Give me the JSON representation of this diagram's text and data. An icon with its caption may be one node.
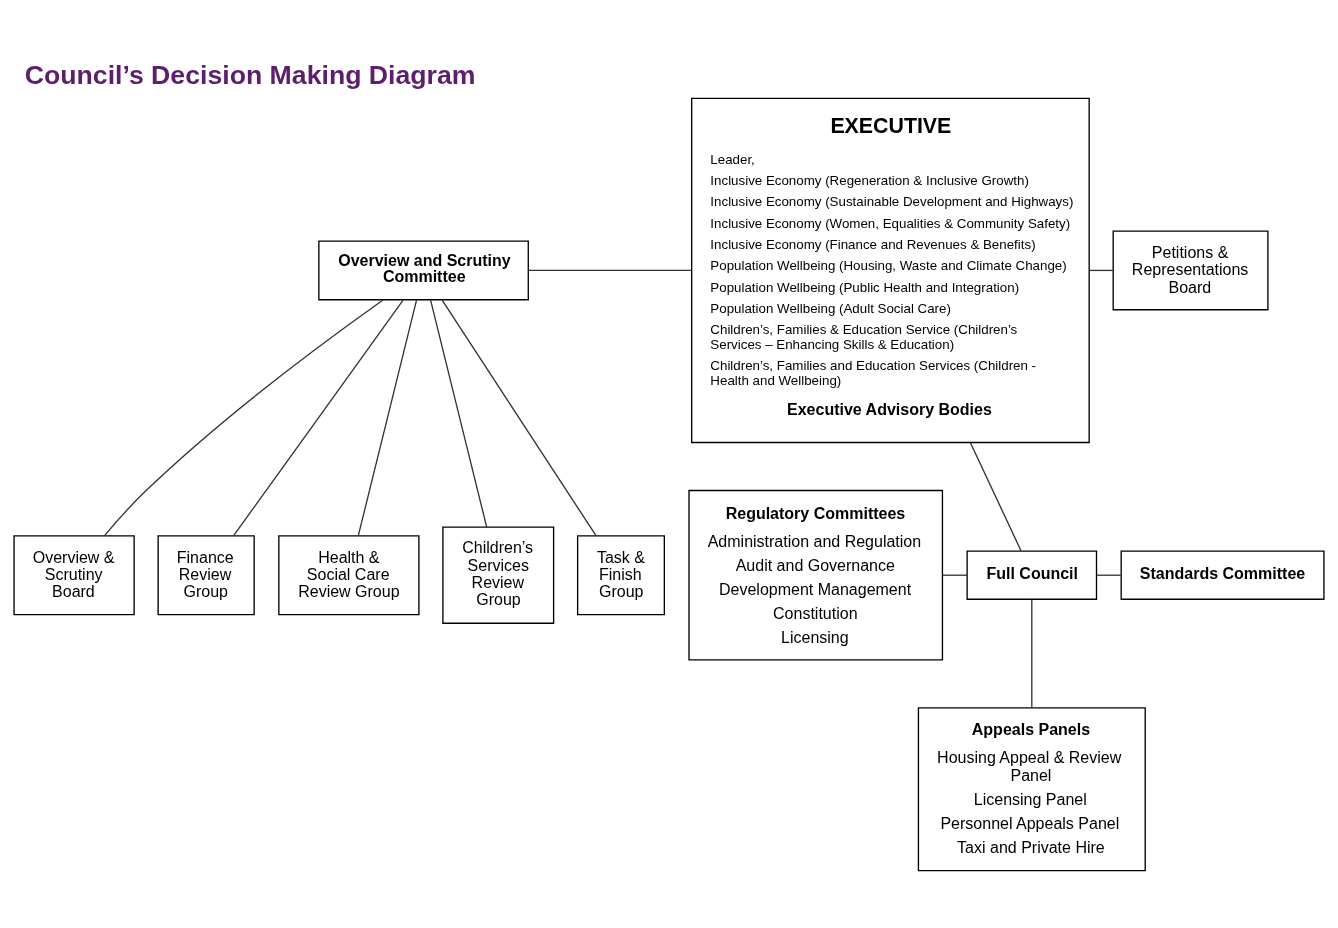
{
  "diagram": {
    "title": "Council’s Decision Making Diagram",
    "nodes": [
      {
        "text": [
          "Overview and Scrutiny Committee"
        ]
      },
      {
        "text": [
          "Overview & Scrutiny Board"
        ]
      },
      {
        "text": [
          "Finance Review Group"
        ]
      },
      {
        "text": [
          "Health & Social Care Review Group"
        ]
      },
      {
        "text": [
          "Children’s Services Review Group"
        ]
      },
      {
        "text": [
          "Task & Finish Group"
        ]
      },
      {
        "text": [
          "EXECUTIVE",
          "Leader,",
          "Inclusive Economy (Regeneration & Inclusive Growth)",
          "Inclusive Economy (Sustainable Development and Highways)",
          "Inclusive Economy (Women, Equalities & Community Safety)",
          "Inclusive Economy (Finance and Revenues & Benefits)",
          "Population Wellbeing (Housing, Waste and Climate Change)",
          "Population Wellbeing (Public Health and Integration)",
          "Population Wellbeing (Adult Social Care)",
          "Children’s, Families & Education Service (Children’s Services – Enhancing Skills & Education)",
          "Children’s, Families and Education Services (Children - Health and Wellbeing)",
          "Executive Advisory Bodies"
        ]
      },
      {
        "text": [
          "Petitions & Representations Board"
        ]
      },
      {
        "text": [
          "Full Council"
        ]
      },
      {
        "text": [
          "Regulatory Committees",
          "Administration and Regulation",
          "Audit and Governance",
          "Development Management",
          "Constitution",
          "Licensing"
        ]
      },
      {
        "text": [
          "Standards Committee"
        ]
      },
      {
        "text": [
          "Appeals Panels",
          "Housing Appeal & Review Panel",
          "Licensing Panel",
          "Personnel Appeals Panel",
          "Taxi and Private Hire"
        ]
      }
    ],
    "edges": [
      {
        "from": 0,
        "to": 1,
        "arrow": "none"
      },
      {
        "from": 0,
        "to": 2,
        "arrow": "none"
      },
      {
        "from": 0,
        "to": 3,
        "arrow": "none"
      },
      {
        "from": 0,
        "to": 4,
        "arrow": "none"
      },
      {
        "from": 0,
        "to": 5,
        "arrow": "none"
      },
      {
        "from": 0,
        "to": 6,
        "arrow": "none"
      },
      {
        "from": 6,
        "to": 7,
        "arrow": "none"
      },
      {
        "from": 6,
        "to": 8,
        "arrow": "none"
      },
      {
        "from": 9,
        "to": 8,
        "arrow": "none"
      },
      {
        "from": 8,
        "to": 10,
        "arrow": "none"
      },
      {
        "from": 8,
        "to": 11,
        "arrow": "none"
      }
    ]
  }
}
